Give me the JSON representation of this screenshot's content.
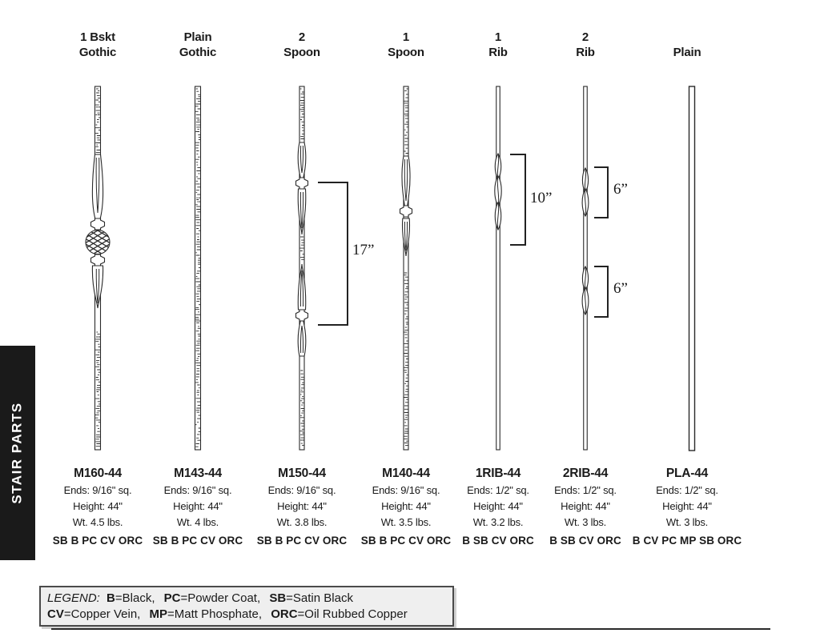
{
  "sidebar": {
    "label": "STAIR PARTS"
  },
  "colors": {
    "ink": "#2a2a2a",
    "tab_background": "#1a1a1a",
    "tab_text": "#ffffff",
    "legend_background": "#efefef"
  },
  "products": [
    {
      "label_line1": "1 Bskt",
      "label_line2": "Gothic",
      "model": "M160-44",
      "ends": "Ends: 9/16\" sq.",
      "height": "Height: 44\"",
      "weight": "Wt. 4.5 lbs.",
      "finishes": "SB B PC CV ORC"
    },
    {
      "label_line1": "Plain",
      "label_line2": "Gothic",
      "model": "M143-44",
      "ends": "Ends: 9/16\" sq.",
      "height": "Height: 44\"",
      "weight": "Wt. 4 lbs.",
      "finishes": "SB B PC CV ORC"
    },
    {
      "label_line1": "2",
      "label_line2": "Spoon",
      "model": "M150-44",
      "ends": "Ends: 9/16\" sq.",
      "height": "Height: 44\"",
      "weight": "Wt. 3.8 lbs.",
      "finishes": "SB B PC CV ORC"
    },
    {
      "label_line1": "1",
      "label_line2": "Spoon",
      "model": "M140-44",
      "ends": "Ends: 9/16\" sq.",
      "height": "Height: 44\"",
      "weight": "Wt. 3.5 lbs.",
      "finishes": "SB B PC CV ORC"
    },
    {
      "label_line1": "1",
      "label_line2": "Rib",
      "model": "1RIB-44",
      "ends": "Ends: 1/2\" sq.",
      "height": "Height: 44\"",
      "weight": "Wt. 3.2 lbs.",
      "finishes": "B SB CV ORC"
    },
    {
      "label_line1": "2",
      "label_line2": "Rib",
      "model": "2RIB-44",
      "ends": "Ends: 1/2\" sq.",
      "height": "Height: 44\"",
      "weight": "Wt. 3 lbs.",
      "finishes": "B SB CV ORC"
    },
    {
      "label_line1": "",
      "label_line2": "Plain",
      "model": "PLA-44",
      "ends": "Ends: 1/2\" sq.",
      "height": "Height: 44\"",
      "weight": "Wt. 3 lbs.",
      "finishes": "B CV PC MP SB ORC"
    }
  ],
  "dimensions": {
    "two_spoon": "17”",
    "one_rib": "10”",
    "two_rib_top": "6”",
    "two_rib_bottom": "6”"
  },
  "legend": {
    "title": "LEGEND:",
    "rows": [
      {
        "entries": [
          {
            "code": "B",
            "desc": "=Black,"
          },
          {
            "code": "PC",
            "desc": "=Powder Coat,"
          },
          {
            "code": "SB",
            "desc": "=Satin Black"
          }
        ]
      },
      {
        "entries": [
          {
            "code": "CV",
            "desc": "=Copper Vein,"
          },
          {
            "code": "MP",
            "desc": "=Matt Phosphate,"
          },
          {
            "code": "ORC",
            "desc": "=Oil Rubbed Copper"
          }
        ]
      }
    ]
  }
}
